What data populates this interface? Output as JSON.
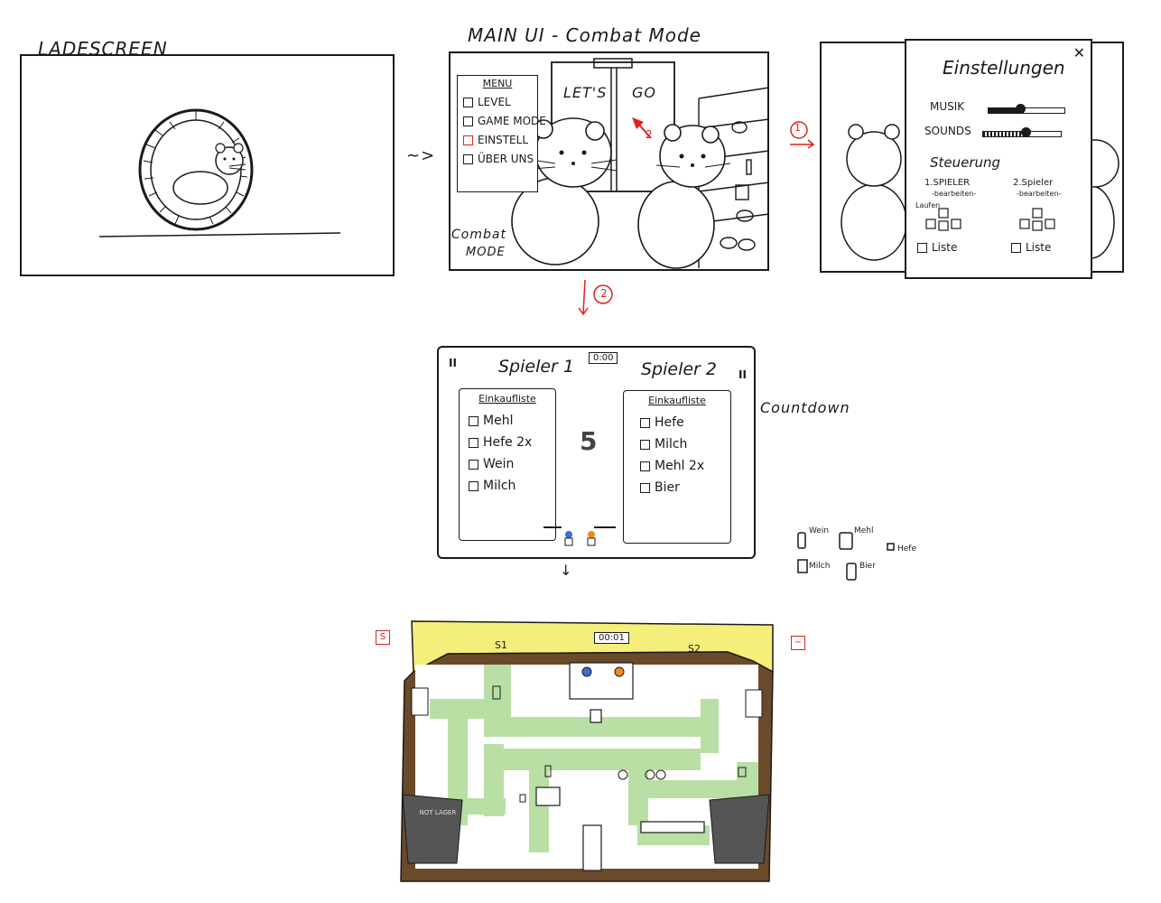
{
  "loading": {
    "title": "LADESCREEN"
  },
  "arrow_main": "~>",
  "main": {
    "title": "MAIN UI - Combat Mode",
    "menu_title": "MENU",
    "menu_items": [
      "LEVEL",
      "GAME MODE",
      "EINSTELL",
      "ÜBER UNS"
    ],
    "door_left": "LET'S",
    "door_right": "GO",
    "mode_line1": "Combat",
    "mode_line2": "MODE",
    "marker": "2"
  },
  "link1": {
    "marker": "1"
  },
  "link2": {
    "marker": "2"
  },
  "settings": {
    "title": "Einstellungen",
    "close": "✕",
    "music": "MUSIK",
    "sounds": "SOUNDS",
    "control": "Steuerung",
    "p1": "1.SPIELER",
    "p1_sub": "-bearbeiten-",
    "p2": "2.Spieler",
    "p2_sub": "-bearbeiten-",
    "walk": "Laufen",
    "list": "Liste"
  },
  "countdown": {
    "label": "Countdown",
    "timer": "0:00",
    "player1": "Spieler 1",
    "player2": "Spieler 2",
    "list_title": "Einkaufliste",
    "list1": [
      "Mehl",
      "Hefe 2x",
      "Wein",
      "Milch"
    ],
    "list2": [
      "Hefe",
      "Milch",
      "Mehl 2x",
      "Bier"
    ],
    "number": "5",
    "pause": "II"
  },
  "legend": {
    "wein": "Wein",
    "mehl": "Mehl",
    "hefe": "Hefe",
    "milch": "Milch",
    "bier": "Bier"
  },
  "game": {
    "timer": "00:01",
    "s1": "S1",
    "s2": "S2",
    "start_badge": "S",
    "minus_badge": "−",
    "sign": "NOT LAGER"
  },
  "colors": {
    "accent_red": "#e02020",
    "yellow": "#f5ee7a",
    "brown": "#6b4a2a",
    "green": "#b9dfa4"
  }
}
